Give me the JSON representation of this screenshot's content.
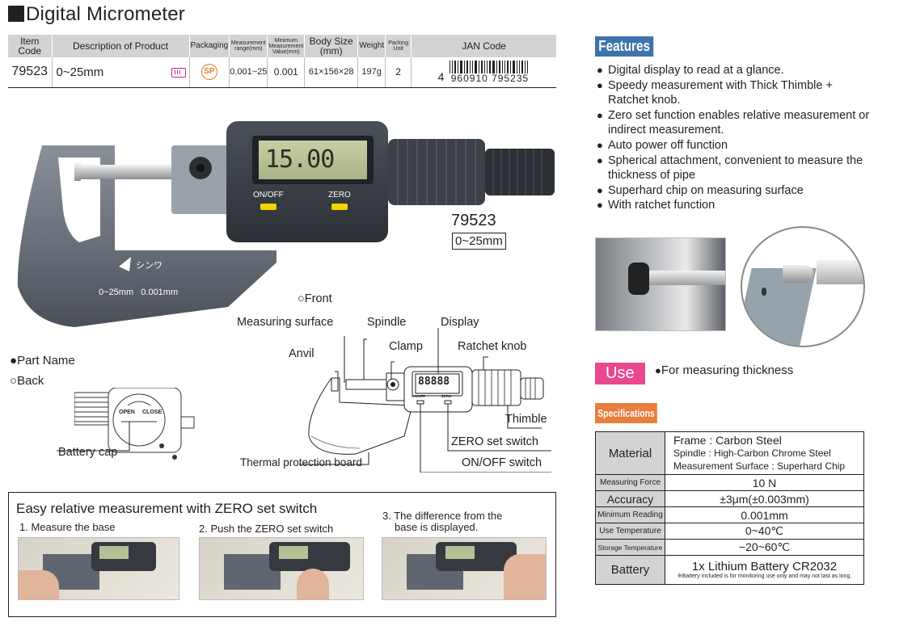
{
  "title": "Digital Micrometer",
  "table": {
    "headers": {
      "item_code": "Item Code",
      "description": "Description of Product",
      "packaging": "Packaging",
      "measurement_range": "Measurement range(mm)",
      "minimum_value": "Minimum Measurement Value(mm)",
      "body_size": "Body Size (mm)",
      "weight": "Weight",
      "packing_unit": "Packing Unit",
      "jan_code": "JAN Code"
    },
    "row": {
      "item_code": "79523",
      "description": "0~25mm",
      "packaging_badge": "SP",
      "measurement_range": "0.001~25",
      "minimum_value": "0.001",
      "body_size": "61×156×28",
      "weight": "197g",
      "packing_unit": "2",
      "jan_prefix": "4",
      "jan_digits": "960910 795235"
    }
  },
  "features": {
    "tag": "Features",
    "items": [
      "Digital display to read at a glance.",
      "Speedy measurement with Thick Thimble + Ratchet knob.",
      "Zero set function enables relative measurement or indirect measurement.",
      "Auto power off function",
      "Spherical attachment, convenient to measure the thickness of pipe",
      "Superhard chip on measuring surface",
      "With ratchet function"
    ]
  },
  "product_label": {
    "number": "79523",
    "range": "0~25mm"
  },
  "micrometer_image": {
    "display_value": "15.00",
    "on_off": "ON/OFF",
    "zero": "ZERO",
    "brand": "シンワ",
    "body_text": "0~25mm   0.001mm"
  },
  "parts": {
    "front": "Front",
    "part_name": "Part Name",
    "back": "Back",
    "measuring_surface": "Measuring surface",
    "spindle": "Spindle",
    "display": "Display",
    "anvil": "Anvil",
    "clamp": "Clamp",
    "ratchet_knob": "Ratchet knob",
    "thimble": "Thimble",
    "zero_set_switch": "ZERO set switch",
    "thermal_protection_board": "Thermal protection board",
    "on_off_switch": "ON/OFF switch",
    "battery_cap": "Battery cap",
    "back_open": "OPEN",
    "back_close": "CLOSE",
    "small_display": "88888"
  },
  "zero_box": {
    "title": "Easy relative measurement with ZERO set switch",
    "step1": "1. Measure the base",
    "step2": "2. Push the ZERO set switch",
    "step3a": "3. The difference from the",
    "step3b": "base is displayed."
  },
  "use": {
    "tag": "Use",
    "text": "For measuring thickness"
  },
  "specifications": {
    "tag": "Specifications",
    "material_label": "Material",
    "material_lines": [
      "Frame : Carbon Steel",
      "Spindle : High-Carbon Chrome Steel",
      "Measurement Surface : Superhard Chip"
    ],
    "rows": [
      {
        "label": "Measuring Force",
        "value": "10 N"
      },
      {
        "label": "Accuracy",
        "value": "±3μm(±0.003mm)"
      },
      {
        "label": "Minimum Reading",
        "value": "0.001mm"
      },
      {
        "label": "Use Temperature",
        "value": "0~40℃"
      },
      {
        "label": "Storage Temperature",
        "value": "−20~60℃"
      }
    ],
    "battery_label": "Battery",
    "battery_value": "1x Lithium Battery CR2032",
    "battery_note": "※Battery included is for monitoring use only and may not last as long."
  }
}
